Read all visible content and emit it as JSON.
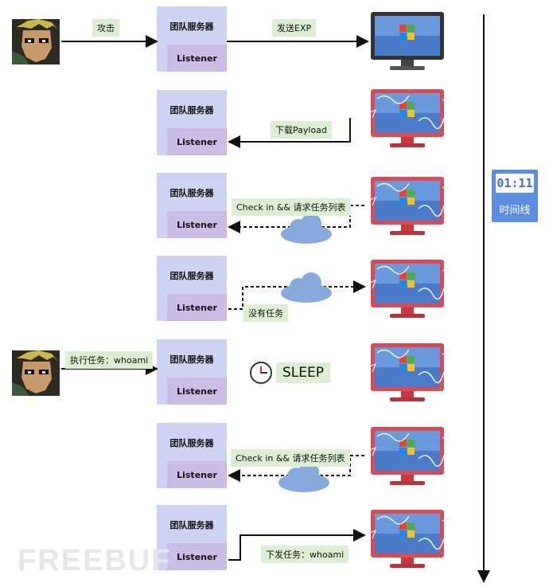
{
  "server": {
    "title": "团队服务器",
    "listener": "Listener"
  },
  "labels": {
    "attack": "攻击",
    "send_exp": "发送EXP",
    "download_payload": "下载Payload",
    "checkin_1": "Check in && 请求任务列表",
    "no_task": "没有任务",
    "exec_task": "执行任务：whoami",
    "sleep": "SLEEP",
    "checkin_2": "Check in && 请求任务列表",
    "issue_task": "下发任务：whoami"
  },
  "timeline": {
    "digits": "01:11",
    "caption": "时间线"
  },
  "watermark": "FREEBUF",
  "colors": {
    "server": "#cdd3f0",
    "listener": "#cbbde6",
    "label": "#dcefd0",
    "cloud": "#88a9dd",
    "timer": "#5b8de0",
    "monitor_infected": "#d94a52"
  },
  "icons": [
    "attacker-avatar-icon",
    "monitor-icon",
    "infected-monitor-icon",
    "cloud-icon",
    "clock-icon",
    "timeline-arrow-icon"
  ]
}
